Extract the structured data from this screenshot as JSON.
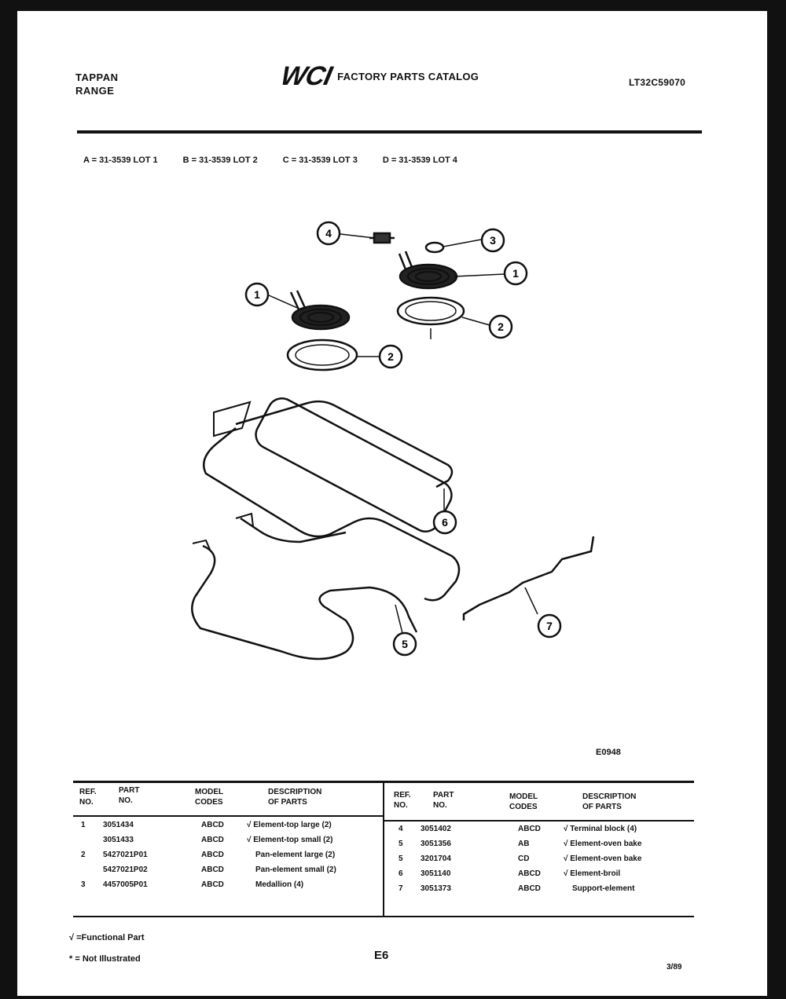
{
  "header": {
    "brand_line1": "TAPPAN",
    "brand_line2": "RANGE",
    "logo_text": "WCI",
    "catalog_title": "FACTORY PARTS CATALOG",
    "model_number": "LT32C59070"
  },
  "lots": [
    "A = 31-3539 LOT 1",
    "B = 31-3539 LOT 2",
    "C = 31-3539 LOT 3",
    "D = 31-3539 LOT 4"
  ],
  "callouts": [
    "4",
    "3",
    "1",
    "1",
    "2",
    "2",
    "6",
    "7",
    "5"
  ],
  "figure_code": "E0948",
  "table": {
    "headers": {
      "ref_no": [
        "REF.",
        "NO."
      ],
      "part_no": [
        "PART",
        "NO."
      ],
      "model_codes": [
        "MODEL",
        "CODES"
      ],
      "description": [
        "DESCRIPTION",
        "OF PARTS"
      ]
    },
    "left_rows": [
      {
        "ref": "1",
        "part": "3051434",
        "codes": "ABCD",
        "desc": "√ Element-top large (2)"
      },
      {
        "ref": "",
        "part": "3051433",
        "codes": "ABCD",
        "desc": "√ Element-top small (2)"
      },
      {
        "ref": "2",
        "part": "5427021P01",
        "codes": "ABCD",
        "desc": "Pan-element large (2)"
      },
      {
        "ref": "",
        "part": "5427021P02",
        "codes": "ABCD",
        "desc": "Pan-element small (2)"
      },
      {
        "ref": "3",
        "part": "4457005P01",
        "codes": "ABCD",
        "desc": "Medallion (4)"
      }
    ],
    "right_rows": [
      {
        "ref": "4",
        "part": "3051402",
        "codes": "ABCD",
        "desc": "√ Terminal block (4)"
      },
      {
        "ref": "5",
        "part": "3051356",
        "codes": "AB",
        "desc": "√ Element-oven bake"
      },
      {
        "ref": "5",
        "part": "3201704",
        "codes": "CD",
        "desc": "√ Element-oven bake"
      },
      {
        "ref": "6",
        "part": "3051140",
        "codes": "ABCD",
        "desc": "√ Element-broil"
      },
      {
        "ref": "7",
        "part": "3051373",
        "codes": "ABCD",
        "desc": "Support-element"
      }
    ]
  },
  "footer": {
    "functional_note": "√ =Functional Part",
    "not_illustrated_note": "* = Not Illustrated",
    "page_number": "E6",
    "date": "3/89"
  }
}
